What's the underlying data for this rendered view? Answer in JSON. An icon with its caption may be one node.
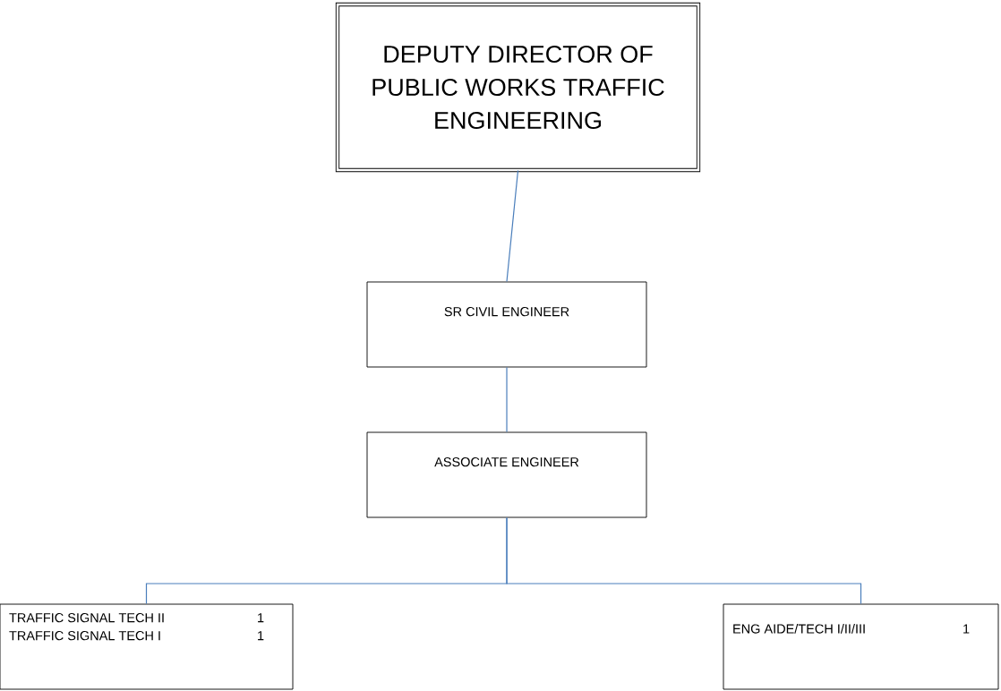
{
  "diagram": {
    "nodes": [
      {
        "text": [
          "DEPUTY DIRECTOR OF PUBLIC WORKS TRAFFIC ENGINEERING"
        ]
      },
      {
        "text": [
          "SR CIVIL ENGINEER"
        ]
      },
      {
        "text": [
          "ASSOCIATE ENGINEER"
        ]
      },
      {
        "text": [
          "TRAFFIC SIGNAL TECH II",
          "1",
          "TRAFFIC SIGNAL TECH I",
          "1"
        ]
      },
      {
        "text": [
          "ENG AIDE/TECH I/II/III",
          "1"
        ]
      }
    ],
    "edges": [
      {
        "from": 0,
        "to": 1,
        "arrow": "none"
      },
      {
        "from": 1,
        "to": 2,
        "arrow": "none"
      },
      {
        "from": 2,
        "to": 3,
        "arrow": "none"
      },
      {
        "from": 2,
        "to": 4,
        "arrow": "none"
      }
    ]
  }
}
